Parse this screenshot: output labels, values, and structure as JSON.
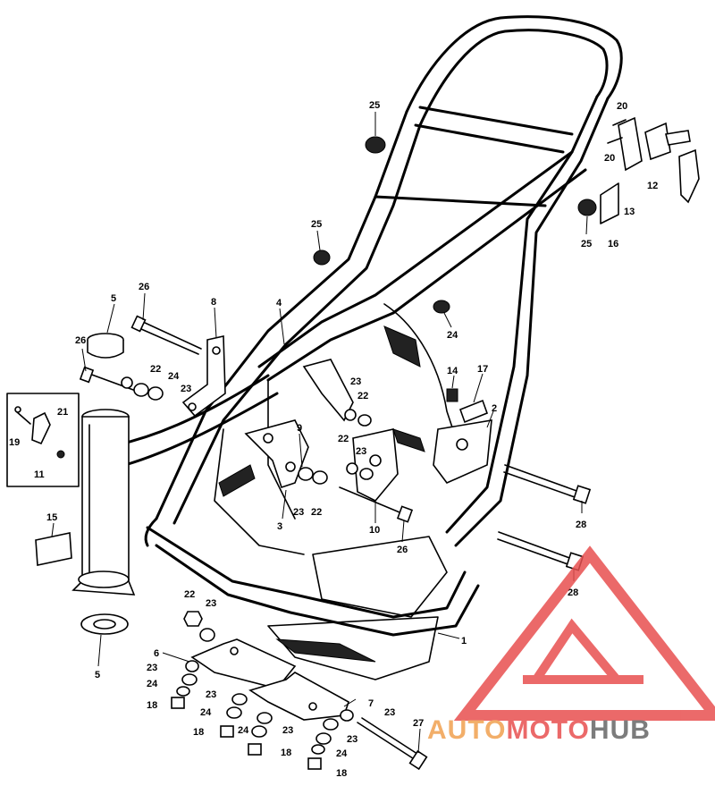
{
  "labels": [
    {
      "id": "l25a",
      "text": "25"
    },
    {
      "id": "l20a",
      "text": "20"
    },
    {
      "id": "l20b",
      "text": "20"
    },
    {
      "id": "l12",
      "text": "12"
    },
    {
      "id": "l13",
      "text": "13"
    },
    {
      "id": "l25b",
      "text": "25"
    },
    {
      "id": "l25c",
      "text": "25"
    },
    {
      "id": "l16",
      "text": "16"
    },
    {
      "id": "l26a",
      "text": "26"
    },
    {
      "id": "l5a",
      "text": "5"
    },
    {
      "id": "l8",
      "text": "8"
    },
    {
      "id": "l4",
      "text": "4"
    },
    {
      "id": "l24a",
      "text": "24"
    },
    {
      "id": "l26b",
      "text": "26"
    },
    {
      "id": "l22a",
      "text": "22"
    },
    {
      "id": "l24b",
      "text": "24"
    },
    {
      "id": "l23a",
      "text": "23"
    },
    {
      "id": "l23b",
      "text": "23"
    },
    {
      "id": "l22b",
      "text": "22"
    },
    {
      "id": "l14",
      "text": "14"
    },
    {
      "id": "l17",
      "text": "17"
    },
    {
      "id": "l2",
      "text": "2"
    },
    {
      "id": "l21",
      "text": "21"
    },
    {
      "id": "l19",
      "text": "19"
    },
    {
      "id": "l11",
      "text": "11"
    },
    {
      "id": "l9",
      "text": "9"
    },
    {
      "id": "l22c",
      "text": "22"
    },
    {
      "id": "l23c",
      "text": "23"
    },
    {
      "id": "l3",
      "text": "3"
    },
    {
      "id": "l23d",
      "text": "23"
    },
    {
      "id": "l22d",
      "text": "22"
    },
    {
      "id": "l10",
      "text": "10"
    },
    {
      "id": "l26c",
      "text": "26"
    },
    {
      "id": "l28a",
      "text": "28"
    },
    {
      "id": "l28b",
      "text": "28"
    },
    {
      "id": "l15",
      "text": "15"
    },
    {
      "id": "l22e",
      "text": "22"
    },
    {
      "id": "l23e",
      "text": "23"
    },
    {
      "id": "l1",
      "text": "1"
    },
    {
      "id": "l5b",
      "text": "5"
    },
    {
      "id": "l6",
      "text": "6"
    },
    {
      "id": "l23f",
      "text": "23"
    },
    {
      "id": "l24c",
      "text": "24"
    },
    {
      "id": "l18a",
      "text": "18"
    },
    {
      "id": "l23g",
      "text": "23"
    },
    {
      "id": "l24d",
      "text": "24"
    },
    {
      "id": "l7",
      "text": "7"
    },
    {
      "id": "l23h",
      "text": "23"
    },
    {
      "id": "l23i",
      "text": "23"
    },
    {
      "id": "l24e",
      "text": "24"
    },
    {
      "id": "l18b",
      "text": "18"
    },
    {
      "id": "l18c",
      "text": "18"
    },
    {
      "id": "l27",
      "text": "27"
    },
    {
      "id": "l23j",
      "text": "23"
    },
    {
      "id": "l24f",
      "text": "24"
    },
    {
      "id": "l18d",
      "text": "18"
    }
  ],
  "watermark": {
    "part1": "AUTO",
    "part2": "MOTO",
    "part3": "HUB",
    "color_accent": "#f0a050",
    "color_red": "#e85050",
    "color_gray": "#666666"
  }
}
